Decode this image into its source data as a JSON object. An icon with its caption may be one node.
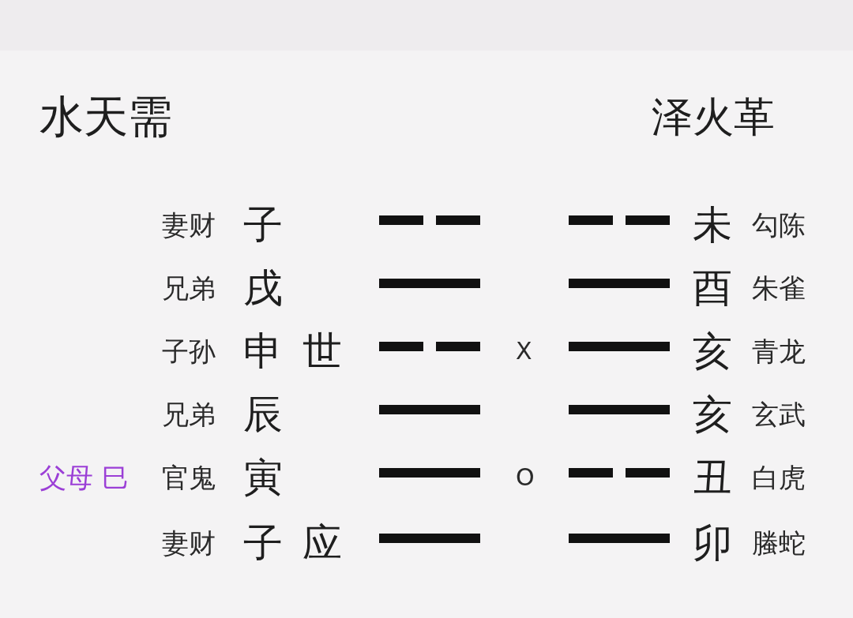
{
  "diagram": {
    "labels": [
      "水天需",
      "泽火革",
      "妻财",
      "子",
      "未",
      "勾陈",
      "兄弟",
      "戌",
      "酉",
      "朱雀",
      "子孙",
      "申",
      "世",
      "X",
      "亥",
      "青龙",
      "兄弟",
      "辰",
      "亥",
      "玄武",
      "父母 巳",
      "官鬼",
      "寅",
      "O",
      "丑",
      "白虎",
      "妻财",
      "子",
      "应",
      "卯",
      "螣蛇"
    ]
  }
}
